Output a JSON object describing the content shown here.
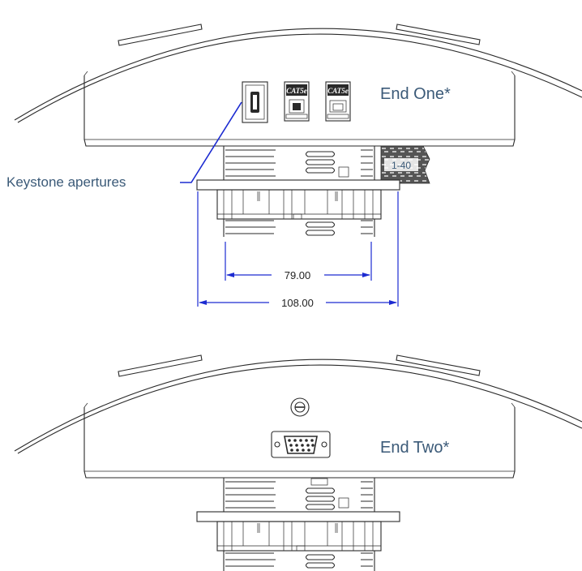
{
  "views": {
    "end_one": {
      "label": "End One*"
    },
    "end_two": {
      "label": "End Two*"
    }
  },
  "callouts": {
    "keystone": "Keystone apertures"
  },
  "dimensions": {
    "inner_width": "79.00",
    "outer_width": "108.00"
  },
  "jacks": {
    "cat_a": "CAT5e",
    "cat_b": "CAT5e"
  },
  "section": {
    "label": "1-40"
  },
  "colors": {
    "label_text": "#3b5a78",
    "dimension_lines": "#1c2bd1",
    "outline": "#2a2a2a",
    "section_fill": "#555555"
  },
  "icons": {
    "hdmi": "hdmi-port-icon",
    "cat5e": "rj45-jack-icon",
    "vga": "vga-db15-port-icon",
    "screw": "screw-head-icon"
  }
}
